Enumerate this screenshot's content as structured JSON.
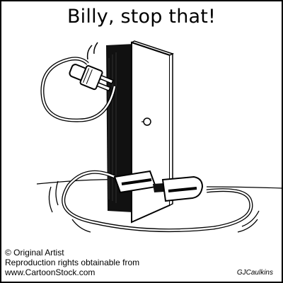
{
  "caption": "Billy, stop that!",
  "credit": {
    "line1": "© Original Artist",
    "line2": "Reproduction rights obtainable from",
    "line3": "www.CartoonStock.com"
  },
  "signature": "GJCaulkins",
  "colors": {
    "ink": "#000000",
    "paper": "#ffffff"
  }
}
